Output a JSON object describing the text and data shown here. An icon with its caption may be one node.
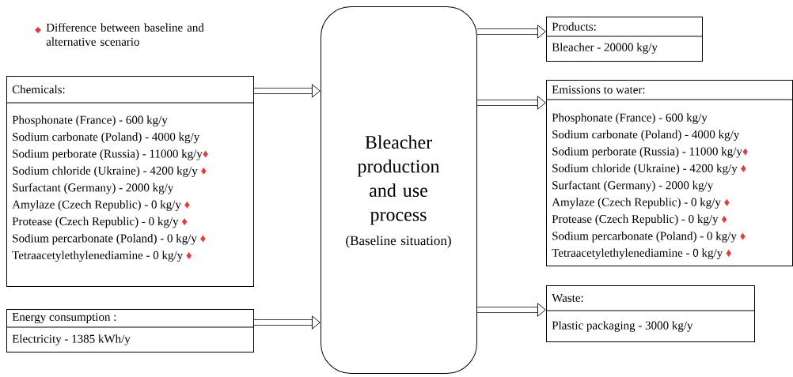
{
  "diagram": {
    "nodes": [
      {
        "text": [
          "Chemicals:",
          "Phosphonate (France) - 600 kg/y",
          "Sodium carbonate (Poland) - 4000 kg/y",
          "Sodium perborate (Russia) - 11000 kg/y♦",
          "Sodium chloride (Ukraine) - 4200 kg/y ♦",
          "Surfactant (Germany) - 2000 kg/y",
          "Amylaze (Czech Republic) - 0 kg/y ♦",
          "Protease (Czech Republic) - 0 kg/y ♦",
          "Sodium percarbonate (Poland) - 0 kg/y ♦",
          "Tetraacetylethylenediamine - 0 kg/y ♦"
        ]
      },
      {
        "text": [
          "Energy consumption :",
          "Electricity - 1385 kWh/y"
        ]
      },
      {
        "text": [
          "Bleacher production and use process",
          "(Baseline situation)"
        ]
      },
      {
        "text": [
          "Products:",
          "Bleacher - 20000 kg/y"
        ]
      },
      {
        "text": [
          "Emissions to water:",
          "Phosphonate (France) - 600 kg/y",
          "Sodium carbonate (Poland) - 4000 kg/y",
          "Sodium perborate (Russia) - 11000 kg/y♦",
          "Sodium chloride (Ukraine) - 4200 kg/y ♦",
          "Surfactant (Germany) - 2000 kg/y",
          "Amylaze (Czech Republic) - 0 kg/y ♦",
          "Protease (Czech Republic) - 0 kg/y ♦",
          "Sodium percarbonate (Poland) - 0 kg/y ♦",
          "Tetraacetylethylenediamine - 0 kg/y ♦"
        ]
      },
      {
        "text": [
          "Waste:",
          "Plastic packaging - 3000 kg/y"
        ]
      }
    ],
    "edges": [
      {
        "from": 0,
        "to": 2,
        "arrow": "to"
      },
      {
        "from": 1,
        "to": 2,
        "arrow": "to"
      },
      {
        "from": 2,
        "to": 3,
        "arrow": "to"
      },
      {
        "from": 2,
        "to": 4,
        "arrow": "to"
      },
      {
        "from": 2,
        "to": 5,
        "arrow": "to"
      }
    ],
    "legend": [
      {
        "text": "Difference between baseline and alternative scenario"
      }
    ]
  }
}
